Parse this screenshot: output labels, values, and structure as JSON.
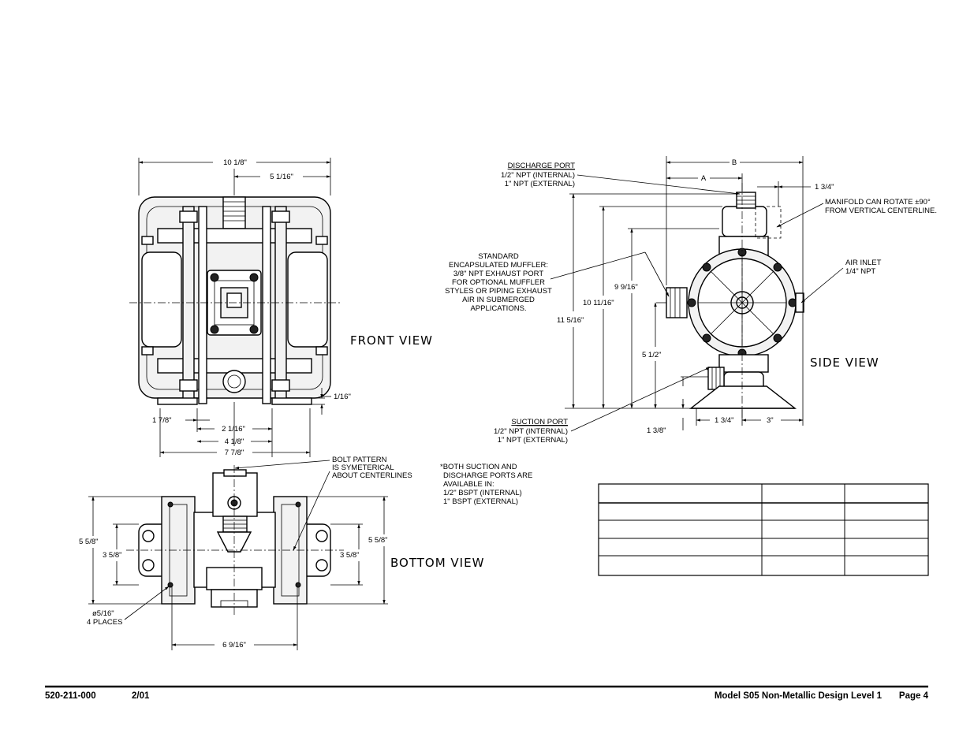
{
  "front_view": {
    "title": "FRONT VIEW",
    "dims": {
      "overall_width": "10 1/8\"",
      "half_width": "5 1/16\"",
      "foot_thickness": "1/16\"",
      "dim_1_7_8": "1 7/8\"",
      "dim_2_1_16": "2 1/16\"",
      "dim_4_1_8": "4 1/8\"",
      "dim_7_7_8": "7 7/8\""
    }
  },
  "side_view": {
    "title": "SIDE VIEW",
    "labels": {
      "discharge_port_title": "DISCHARGE PORT",
      "discharge_port_line1": "1/2\" NPT (INTERNAL)",
      "discharge_port_line2": "1\" NPT (EXTERNAL)",
      "muffler_line1": "STANDARD",
      "muffler_line2": "ENCAPSULATED MUFFLER:",
      "muffler_line3": "3/8\" NPT EXHAUST PORT",
      "muffler_line4": "FOR OPTIONAL MUFFLER",
      "muffler_line5": "STYLES OR PIPING EXHAUST",
      "muffler_line6": "AIR IN SUBMERGED",
      "muffler_line7": "APPLICATIONS.",
      "manifold_line1": "MANIFOLD CAN ROTATE ±90°",
      "manifold_line2": "FROM VERTICAL CENTERLINE.",
      "air_inlet_line1": "AIR INLET",
      "air_inlet_line2": "1/4\" NPT",
      "suction_port_title": "SUCTION PORT",
      "suction_port_line1": "1/2\" NPT (INTERNAL)",
      "suction_port_line2": "1\" NPT (EXTERNAL)"
    },
    "dims": {
      "dim_b": "B",
      "dim_a": "A",
      "dim_1_3_4_top": "1 3/4\"",
      "dim_9_9_16": "9 9/16\"",
      "dim_10_11_16": "10 11/16\"",
      "dim_11_5_16": "11 5/16\"",
      "dim_5_1_2": "5 1/2\"",
      "dim_1_3_8": "1 3/8\"",
      "dim_1_3_4_bottom": "1 3/4\"",
      "dim_3": "3\""
    }
  },
  "bottom_view": {
    "title": "BOTTOM VIEW",
    "bolt_line1": "BOLT PATTERN",
    "bolt_line2": "IS SYMETERICAL",
    "bolt_line3": "ABOUT CENTERLINES",
    "dims": {
      "dim_5_5_8_left": "5 5/8\"",
      "dim_3_5_8_left": "3 5/8\"",
      "dim_5_5_8_right": "5 5/8\"",
      "dim_3_5_8_right": "3 5/8\"",
      "dim_6_9_16": "6 9/16\"",
      "hole_line1": "ø5/16\"",
      "hole_line2": "4 PLACES"
    }
  },
  "ports_note": {
    "line1": "*BOTH SUCTION AND",
    "line2": "DISCHARGE PORTS ARE",
    "line3": "AVAILABLE IN:",
    "line4": "1/2\" BSPT (INTERNAL)",
    "line5": "1\" BSPT (EXTERNAL)"
  },
  "table": {
    "rows": [
      [
        "",
        "",
        ""
      ],
      [
        "",
        "",
        ""
      ],
      [
        "",
        "",
        ""
      ],
      [
        "",
        "",
        ""
      ]
    ]
  },
  "footer": {
    "part_number": "520-211-000",
    "date": "2/01",
    "title": "Model S05 Non-Metallic Design Level 1",
    "page": "Page 4"
  }
}
